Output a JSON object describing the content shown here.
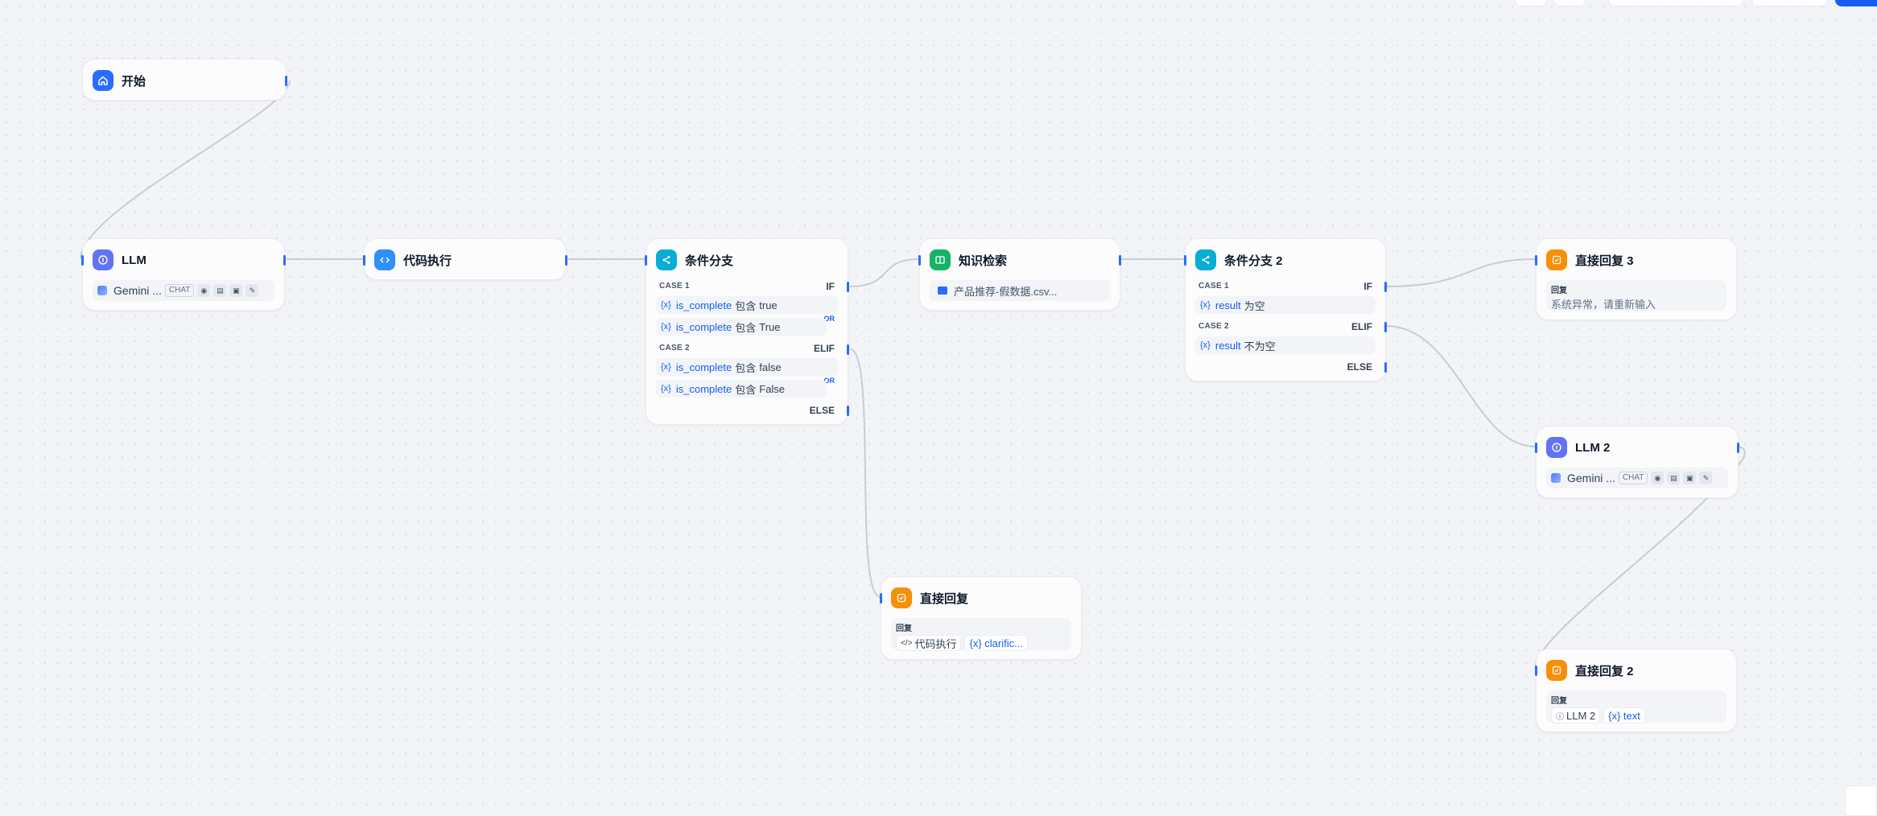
{
  "nodes": {
    "start": {
      "title": "开始",
      "icon": "home-icon"
    },
    "llm": {
      "title": "LLM",
      "icon": "brain-icon",
      "model": "Gemini ...",
      "mode": "CHAT"
    },
    "code": {
      "title": "代码执行",
      "icon": "code-icon"
    },
    "branch1": {
      "title": "条件分支",
      "icon": "branch-icon",
      "case1_label": "CASE 1",
      "case1_kw": "IF",
      "case1_conds": [
        {
          "var_icon": "{x}",
          "var": "is_complete",
          "op": "包含",
          "value": "true"
        },
        {
          "var_icon": "{x}",
          "var": "is_complete",
          "op": "包含",
          "value": "True"
        }
      ],
      "case1_join": "OR",
      "case2_label": "CASE 2",
      "case2_kw": "ELIF",
      "case2_conds": [
        {
          "var_icon": "{x}",
          "var": "is_complete",
          "op": "包含",
          "value": "false"
        },
        {
          "var_icon": "{x}",
          "var": "is_complete",
          "op": "包含",
          "value": "False"
        }
      ],
      "case2_join": "OR",
      "else_kw": "ELSE"
    },
    "kb": {
      "title": "知识检索",
      "icon": "book-icon",
      "dataset": "产品推荐-假数据.csv..."
    },
    "branch2": {
      "title": "条件分支 2",
      "icon": "branch-icon",
      "case1_label": "CASE 1",
      "case1_kw": "IF",
      "case1_cond": {
        "var_icon": "{x}",
        "var": "result",
        "op": "为空"
      },
      "case2_label": "CASE 2",
      "case2_kw": "ELIF",
      "case2_cond": {
        "var_icon": "{x}",
        "var": "result",
        "op": "不为空"
      },
      "else_kw": "ELSE"
    },
    "answer3": {
      "title": "直接回复 3",
      "icon": "reply-icon",
      "label": "回复",
      "text": "系统异常，请重新输入"
    },
    "llm2": {
      "title": "LLM 2",
      "icon": "brain-icon",
      "model": "Gemini ...",
      "mode": "CHAT"
    },
    "answer1": {
      "title": "直接回复",
      "icon": "reply-icon",
      "label": "回复",
      "source": "代码执行",
      "var": "{x} clarific..."
    },
    "answer2": {
      "title": "直接回复 2",
      "icon": "reply-icon",
      "label": "回复",
      "source": "LLM 2",
      "var": "{x} text"
    }
  },
  "colors": {
    "accent": "#296dff",
    "edge": "#c8cdd4"
  }
}
